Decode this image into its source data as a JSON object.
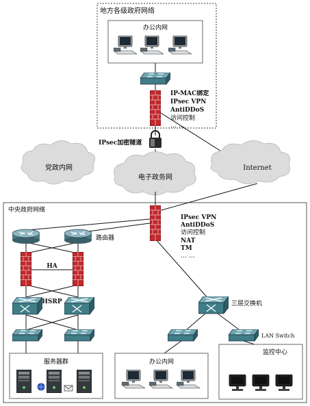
{
  "local_gov": {
    "title": "地方各级政府网络",
    "office_lan": "办公内网",
    "firewall_features": [
      "IP-MAC绑定",
      "IPsec VPN",
      "AntiDDoS",
      "访问控制",
      "… …"
    ]
  },
  "tunnel_label": "IPsec加密隧道",
  "clouds": {
    "party_net": "党政内网",
    "egov_net": "电子政务网",
    "internet": "Internet"
  },
  "central_gov": {
    "title": "中央政府网络",
    "firewall_features": [
      "IPsec VPN",
      "AntiDDoS",
      "访问控制",
      "NAT",
      "TM",
      "… …"
    ],
    "router_label": "路由器",
    "ha_label": "HA",
    "hsrp_label": "HSRP",
    "l3_switch_label": "三层交换机",
    "lan_switch_label": "LAN Switch",
    "server_group": "服务器群",
    "office_lan": "办公内网",
    "monitor_center": "监控中心"
  },
  "colors": {
    "firewall": "#c0292d",
    "switch": "#3f7d87",
    "router": "#4f7a86",
    "cloud": "#dcdcdc",
    "line": "#111111"
  },
  "icons": [
    "pc-icon",
    "switch-icon",
    "firewall-icon",
    "lock-icon",
    "router-icon",
    "server-icon",
    "monitor-icon"
  ]
}
